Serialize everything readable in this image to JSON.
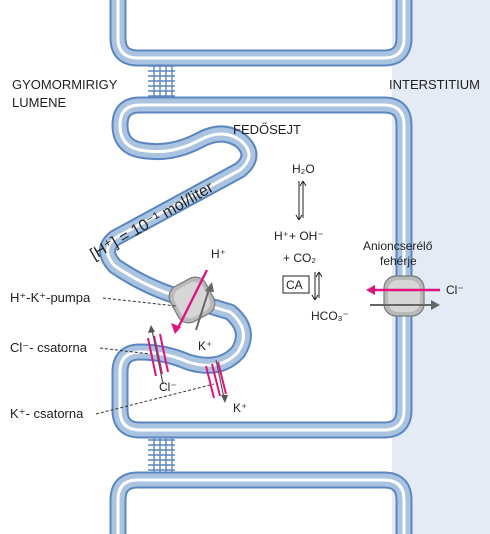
{
  "labels": {
    "lumen_line1": "GYOMORMIRIGY",
    "lumen_line2": "LUMENE",
    "interstitium": "INTERSTITIUM",
    "cell": "FEDŐSEJT",
    "acid_conc": "[H⁺] = 10⁻¹ mol/liter",
    "pump": "H⁺-K⁺-pumpa",
    "cl_channel": "Cl⁻- csatorna",
    "k_channel": "K⁺- csatorna",
    "exchanger_line1": "Anioncserélő",
    "exchanger_line2": "fehérje"
  },
  "chemistry": {
    "h2o": "H₂O",
    "h_oh": "H⁺+ OH⁻",
    "co2": "+ CO₂",
    "ca": "CA",
    "hco3": "HCO₃⁻"
  },
  "ions": {
    "h_plus": "H⁺",
    "k_plus_top": "K⁺",
    "k_plus_bottom": "K⁺",
    "cl_minus_lumen": "Cl⁻",
    "cl_minus_right": "Cl⁻"
  },
  "colors": {
    "membrane": "#a9c3e0",
    "membrane_outline": "#5b86bf",
    "interstitium_fill": "#e4ebf4",
    "magenta": "#e0127f",
    "pump_gray": "#b9b9b9",
    "text": "#222222"
  }
}
